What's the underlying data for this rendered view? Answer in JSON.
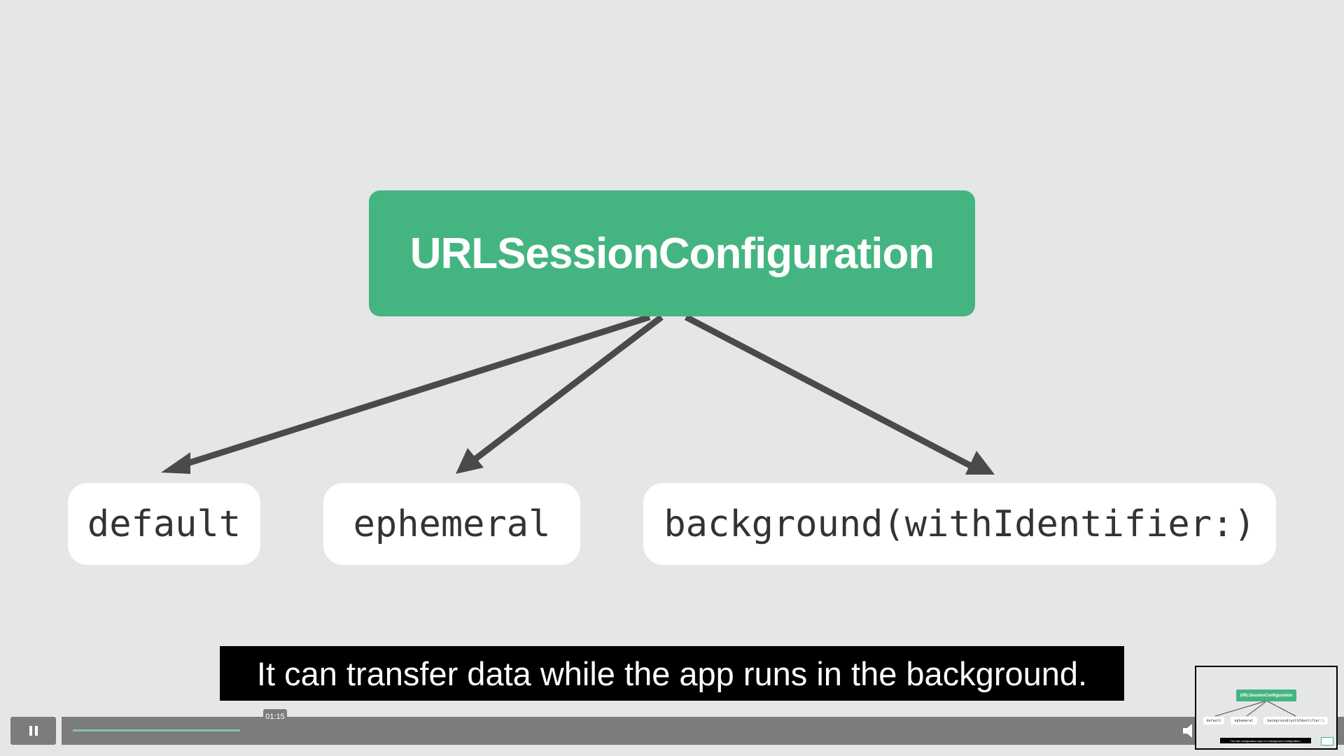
{
  "diagram": {
    "root": "URLSessionConfiguration",
    "children": [
      "default",
      "ephemeral",
      "background(withIdentifier:)"
    ]
  },
  "caption": "It can transfer data while the app runs in the background.",
  "player": {
    "time": "01:15",
    "progress": 0.15,
    "state": "playing"
  },
  "thumbnail": {
    "root": "URLSessionConfiguration",
    "children": [
      "default",
      "ephemeral",
      "background(withIdentifier:)"
    ],
    "caption": "The last configuration type is a background configuration."
  },
  "colors": {
    "background": "#e5e6e8",
    "root_node": "#44b581",
    "child_node": "#ffffff",
    "arrow": "#4a4a4a",
    "caption_bg": "#000000",
    "controls": "#7b7c7e",
    "progress_fill": "#86c2a4"
  },
  "icons": {
    "pause": "pause-icon",
    "volume": "volume-icon"
  }
}
